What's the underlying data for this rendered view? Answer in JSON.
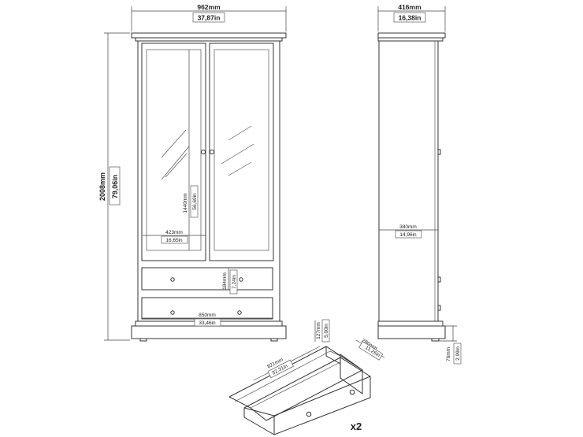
{
  "front": {
    "width_mm": "962mm",
    "width_in": "37,87in",
    "height_mm": "2008mm",
    "height_in": "79,06in",
    "door_width_mm": "423mm",
    "door_width_in": "16,65in",
    "glass_height_mm": "1440mm",
    "glass_height_in": "56,69in",
    "drawer_height_mm": "184mm",
    "drawer_height_in": "7,24in",
    "drawer_width_mm": "850mm",
    "drawer_width_in": "33,46in"
  },
  "side": {
    "depth_mm": "416mm",
    "depth_in": "16,38in",
    "inner_depth_mm": "380mm",
    "inner_depth_in": "14,96in",
    "leg_height_mm": "76mm",
    "leg_height_in": "2,99in"
  },
  "drawer": {
    "length_mm": "821mm",
    "length_in": "32,31in",
    "height_mm": "127mm",
    "height_in": "5,00in",
    "depth_mm": "286mm",
    "depth_in": "11,26in",
    "quantity": "x2"
  }
}
